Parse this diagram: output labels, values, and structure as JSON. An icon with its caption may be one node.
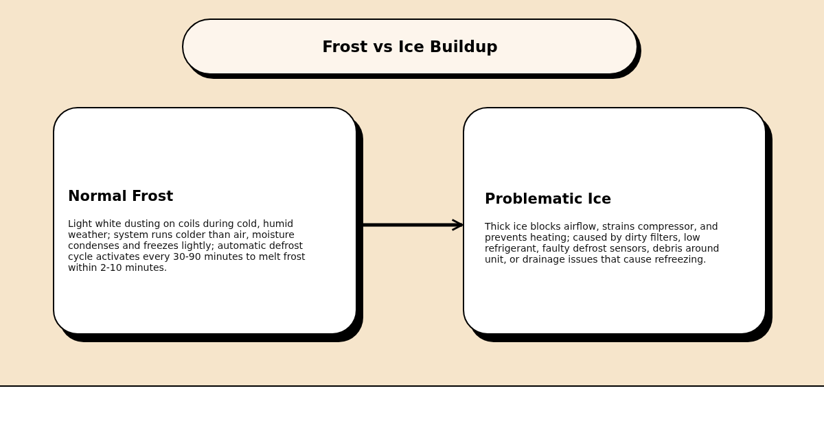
{
  "diagram": {
    "title": "Frost vs Ice Buildup",
    "nodes": [
      {
        "text": [
          "Normal Frost",
          "Light white dusting on coils during cold, humid weather; system runs colder than air, moisture condenses and freezes lightly; automatic defrost cycle activates every 30-90 minutes to melt frost within 2-10 minutes."
        ]
      },
      {
        "text": [
          "Problematic Ice",
          "Thick ice blocks airflow, strains compressor, and prevents heating; caused by dirty filters, low refrigerant, faulty defrost sensors, debris around unit, or drainage issues that cause refreezing."
        ]
      }
    ],
    "edges": [
      {
        "from": 0,
        "to": 1,
        "arrow": "to"
      }
    ]
  }
}
